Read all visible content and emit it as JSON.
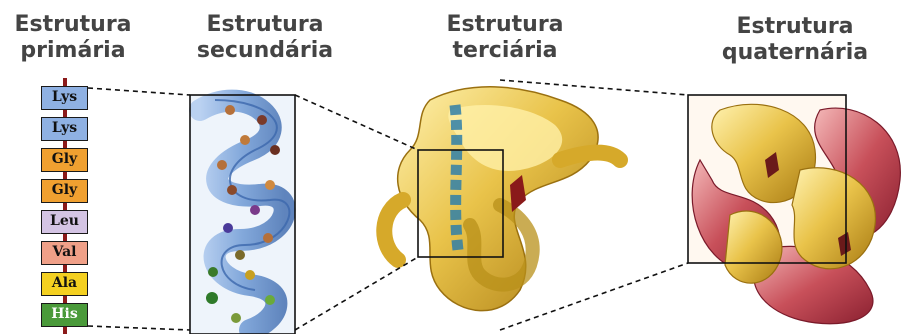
{
  "titles": {
    "primary": {
      "line1": "Estrutura",
      "line2": "primária"
    },
    "secondary": {
      "line1": "Estrutura",
      "line2": "secundária"
    },
    "tertiary": {
      "line1": "Estrutura",
      "line2": "terciária"
    },
    "quaternary": {
      "line1": "Estrutura",
      "line2": "quaternária"
    }
  },
  "amino_acids": [
    {
      "label": "Lys",
      "color": "#8fb1e3"
    },
    {
      "label": "Lys",
      "color": "#8fb1e3"
    },
    {
      "label": "Gly",
      "color": "#f0a030"
    },
    {
      "label": "Gly",
      "color": "#f0a030"
    },
    {
      "label": "Leu",
      "color": "#d4c4e4"
    },
    {
      "label": "Val",
      "color": "#f0a088"
    },
    {
      "label": "Ala",
      "color": "#f4d020"
    },
    {
      "label": "His",
      "color": "#4a9a3a"
    }
  ],
  "colors": {
    "backbone": "#8b1a1a",
    "helix": "#6a9ad6",
    "protein_gold": "#e9c34a",
    "protein_red": "#c8505a"
  }
}
